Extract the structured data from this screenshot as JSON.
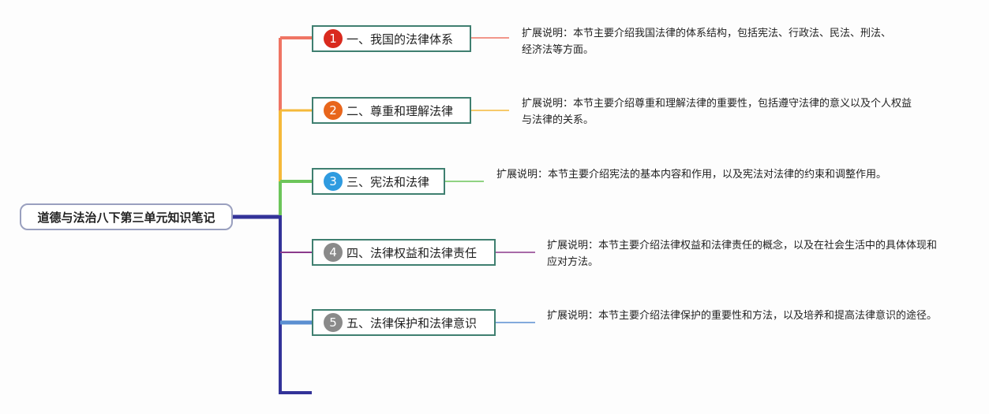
{
  "root": {
    "label": "道德与法治八下第三单元知识笔记"
  },
  "branches": [
    {
      "num": "1",
      "label": "一、我国的法律体系",
      "note": "扩展说明：本节主要介绍我国法律的体系结构，包括宪法、行政法、民法、刑法、经济法等方面。",
      "color": "#ef7564",
      "badge_color": "#d92a1e"
    },
    {
      "num": "2",
      "label": "二、尊重和理解法律",
      "note": "扩展说明：本节主要介绍尊重和理解法律的重要性，包括遵守法律的意义以及个人权益与法律的关系。",
      "color": "#f5b93a",
      "badge_color": "#e8661c"
    },
    {
      "num": "3",
      "label": "三、宪法和法律",
      "note": "扩展说明：本节主要介绍宪法的基本内容和作用，以及宪法对法律的约束和调整作用。",
      "color": "#6cc55a",
      "badge_color": "#2f9be0"
    },
    {
      "num": "4",
      "label": "四、法律权益和法律责任",
      "note": "扩展说明：本节主要介绍法律权益和法律责任的概念，以及在社会生活中的具体体现和应对方法。",
      "color": "#8b3a8c",
      "badge_color": "#8a8a8a"
    },
    {
      "num": "5",
      "label": "五、法律保护和法律意识",
      "note": "扩展说明：本节主要介绍法律保护的重要性和方法，以及培养和提高法律意识的途径。",
      "color": "#5b8fd1",
      "badge_color": "#8a8a8a"
    }
  ],
  "trunk_color": "#333399"
}
